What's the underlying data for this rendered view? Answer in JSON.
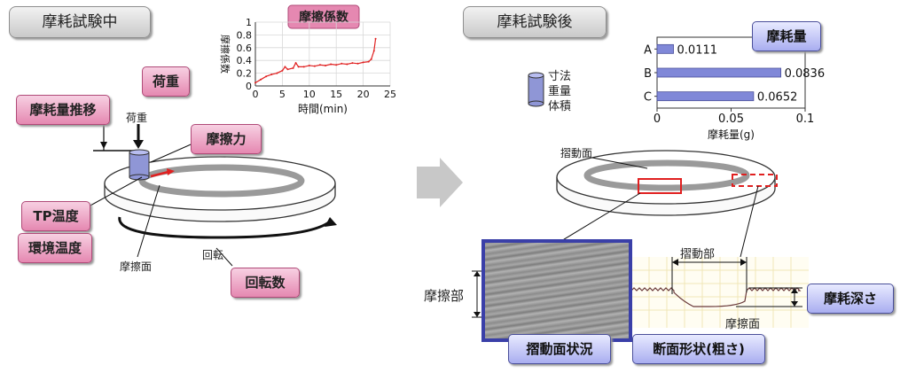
{
  "left": {
    "title": "摩耗試験中",
    "tags": {
      "load": "荷重",
      "wear_transition": "摩耗量推移",
      "friction_force": "摩擦力",
      "tp_temp": "TP温度",
      "env_temp": "環境温度",
      "rotations": "回転数"
    },
    "labels": {
      "load": "荷重",
      "friction_surface": "摩擦面",
      "rotation": "回転"
    }
  },
  "right": {
    "title": "摩耗試験後",
    "legend": [
      "寸法",
      "重量",
      "体積"
    ],
    "labels": {
      "sliding_surface": "摺動面",
      "sliding_part": "摺動部",
      "friction_part": "摩擦部",
      "friction_surface": "摩擦面"
    },
    "tags": {
      "wear_amount": "摩耗量",
      "wear_depth": "摩耗深さ",
      "surface_condition": "摺動面状況",
      "cross_section": "断面形状(粗さ)"
    }
  },
  "colors": {
    "pink": "#e588b1",
    "blue_bar": "#8088d8",
    "friction_line": "#e02020",
    "arrow": "#c8c8c8"
  },
  "chart_data": [
    {
      "type": "line",
      "title": "摩擦係数",
      "xlabel": "時間(min)",
      "ylabel": "摩擦係数",
      "xlim": [
        0,
        25
      ],
      "ylim": [
        0,
        1
      ],
      "xticks": [
        "0",
        "5",
        "10",
        "15",
        "20",
        "25"
      ],
      "yticks": [
        "0",
        "0.2",
        "0.4",
        "0.6",
        "0.8",
        "1"
      ],
      "grid": true,
      "x": [
        0,
        1,
        2,
        3,
        4,
        5,
        5.5,
        6,
        7,
        7.5,
        8,
        9,
        10,
        11,
        12,
        13,
        14,
        15,
        16,
        17,
        18,
        19,
        20,
        21,
        21.5,
        22,
        22.3
      ],
      "y": [
        0.05,
        0.1,
        0.15,
        0.18,
        0.2,
        0.24,
        0.3,
        0.26,
        0.28,
        0.36,
        0.3,
        0.3,
        0.32,
        0.31,
        0.33,
        0.32,
        0.34,
        0.33,
        0.35,
        0.34,
        0.36,
        0.35,
        0.37,
        0.38,
        0.42,
        0.55,
        0.74
      ]
    },
    {
      "type": "bar",
      "orientation": "horizontal",
      "title": "摩耗量",
      "xlabel": "摩耗量(g)",
      "categories": [
        "A",
        "B",
        "C"
      ],
      "values": [
        0.0111,
        0.0836,
        0.0652
      ],
      "data_labels": [
        "0.0111",
        "0.0836",
        "0.0652"
      ],
      "xlim": [
        0,
        0.1
      ],
      "xticks": [
        "0",
        "0.05",
        "0.1"
      ]
    }
  ]
}
